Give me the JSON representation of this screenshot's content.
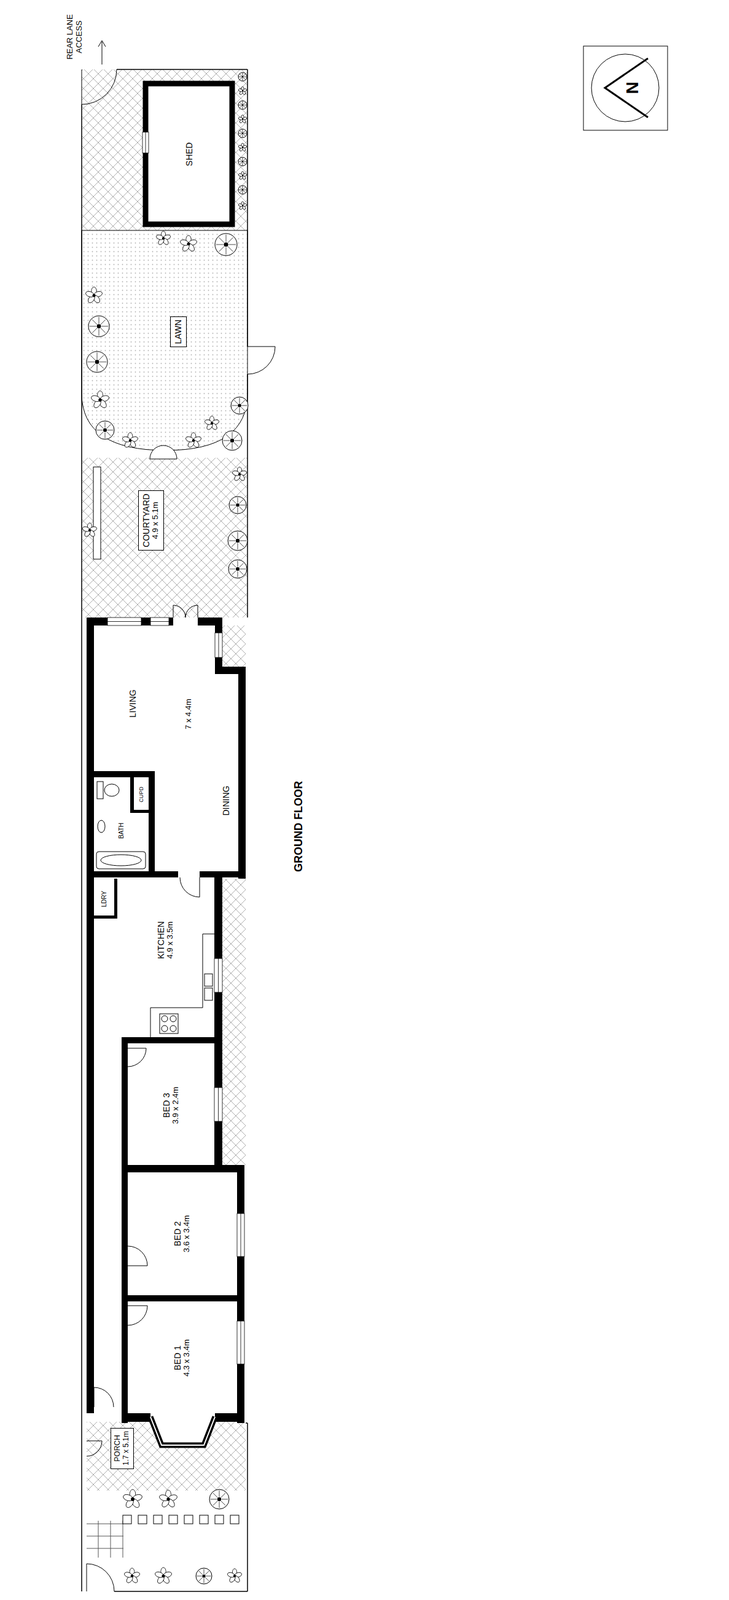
{
  "diagram": {
    "nodes": [
      {
        "text": [
          "SHED"
        ]
      },
      {
        "text": [
          "LAWN"
        ]
      },
      {
        "text": [
          "COURTYARD",
          "4.9 x 5.1m"
        ]
      },
      {
        "text": [
          "LIVING",
          "7 x 4.4m"
        ]
      },
      {
        "text": [
          "DINING"
        ]
      },
      {
        "text": [
          "BATH"
        ]
      },
      {
        "text": [
          "CUPD"
        ]
      },
      {
        "text": [
          "LDRY"
        ]
      },
      {
        "text": [
          "KITCHEN",
          "4.9 x 3.5m"
        ]
      },
      {
        "text": [
          "BED 3",
          "3.9 x 2.4m"
        ]
      },
      {
        "text": [
          "BED 2",
          "3.6 x 3.4m"
        ]
      },
      {
        "text": [
          "BED 1",
          "4.3 x 3.4m"
        ]
      },
      {
        "text": [
          "PORCH",
          "1.7 x 5.1m"
        ]
      }
    ],
    "labels": [
      "REAR LANE ACCESS",
      "N",
      "GROUND FLOOR"
    ]
  }
}
